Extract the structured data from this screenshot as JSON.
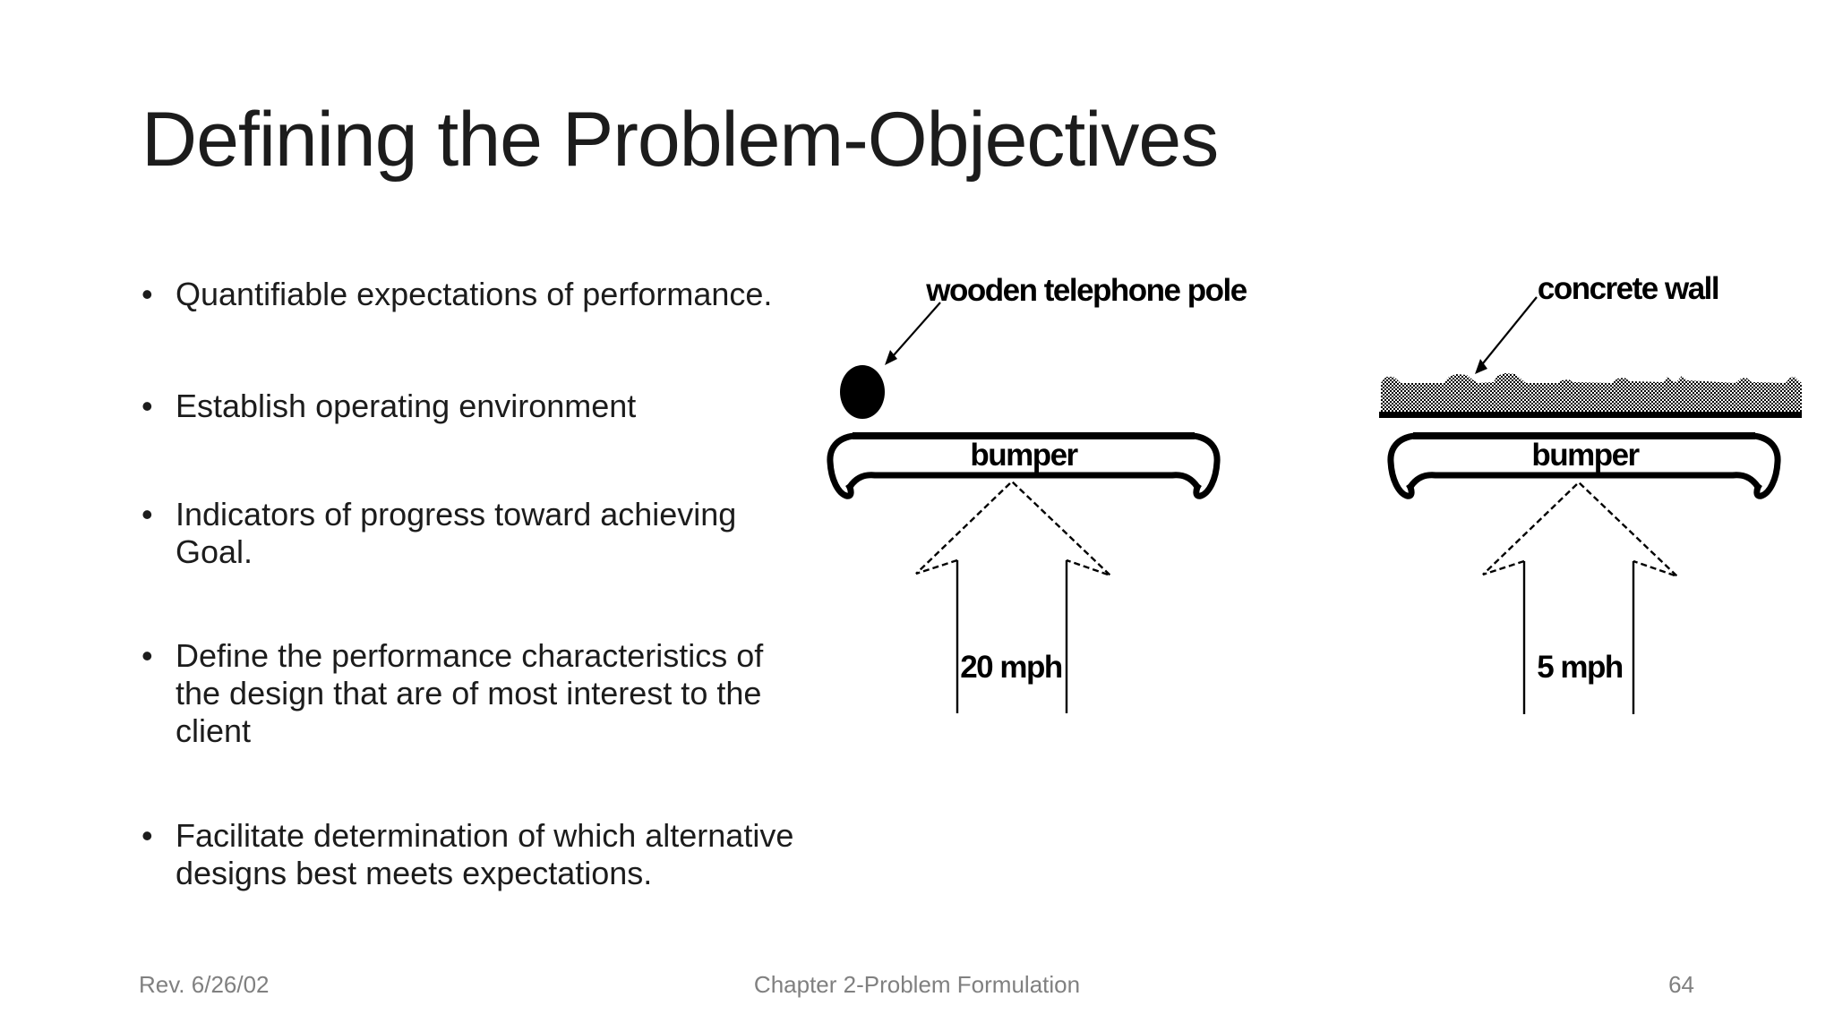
{
  "slide": {
    "title": "Defining the Problem-Objectives",
    "bullet_char": "•",
    "bullets": [
      [
        "Quantifiable expectations of performance."
      ],
      [
        "Establish operating environment"
      ],
      [
        "Indicators of progress toward achieving",
        "Goal."
      ],
      [
        "Define the performance characteristics of",
        "the design that are of most interest to the",
        "client"
      ],
      [
        "Facilitate determination of which alternative",
        "designs best meets expectations."
      ]
    ],
    "footer": {
      "revision": "Rev. 6/26/02",
      "chapter": "Chapter 2-Problem Formulation",
      "page_number": "64"
    }
  },
  "diagrams": {
    "pole_crash": {
      "callout": "wooden telephone pole",
      "bumper_label": "bumper",
      "speed_label": "20 mph"
    },
    "wall_crash": {
      "callout": "concrete wall",
      "bumper_label": "bumper",
      "speed_label": "5 mph"
    }
  },
  "colors": {
    "background": "#ffffff",
    "text": "#1c1c1c",
    "footer_text": "#808080",
    "ink": "#000000"
  }
}
